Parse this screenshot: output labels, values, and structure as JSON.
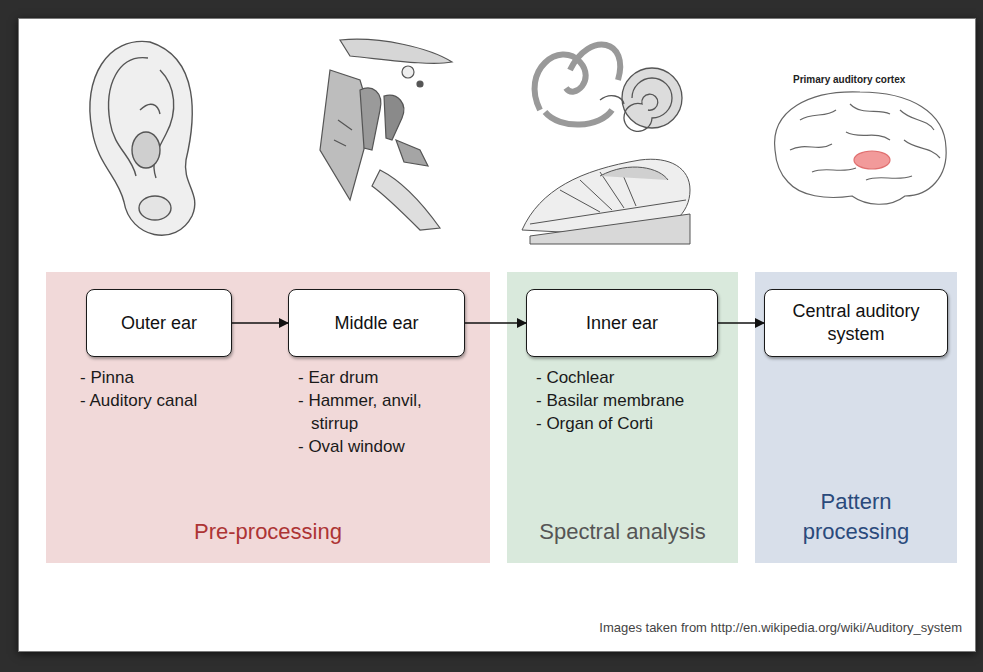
{
  "diagram": {
    "nodes": [
      {
        "text": [
          "Pre-processing"
        ]
      },
      {
        "text": [
          "Outer ear"
        ],
        "in": 0
      },
      {
        "text": [
          "Middle ear"
        ],
        "in": 0
      },
      {
        "text": [
          "Spectral analysis"
        ]
      },
      {
        "text": [
          "Inner ear"
        ],
        "in": 3
      },
      {
        "text": [
          "Pattern processing"
        ]
      },
      {
        "text": [
          "Central auditory system"
        ],
        "in": 5
      }
    ],
    "edges": [
      {
        "from": 1,
        "to": 2,
        "arrow": "to"
      },
      {
        "from": 2,
        "to": 4,
        "arrow": "to"
      },
      {
        "from": 4,
        "to": 6,
        "arrow": "to"
      }
    ],
    "labels": [
      "- Pinna",
      "- Auditory canal",
      "- Ear drum",
      "- Hammer, anvil, stirrup",
      "- Oval window",
      "- Cochlear",
      "- Basilar membrane",
      "- Organ of Corti",
      "Primary auditory cortex",
      "Images taken from http://en.wikipedia.org/wiki/Auditory_system"
    ]
  }
}
